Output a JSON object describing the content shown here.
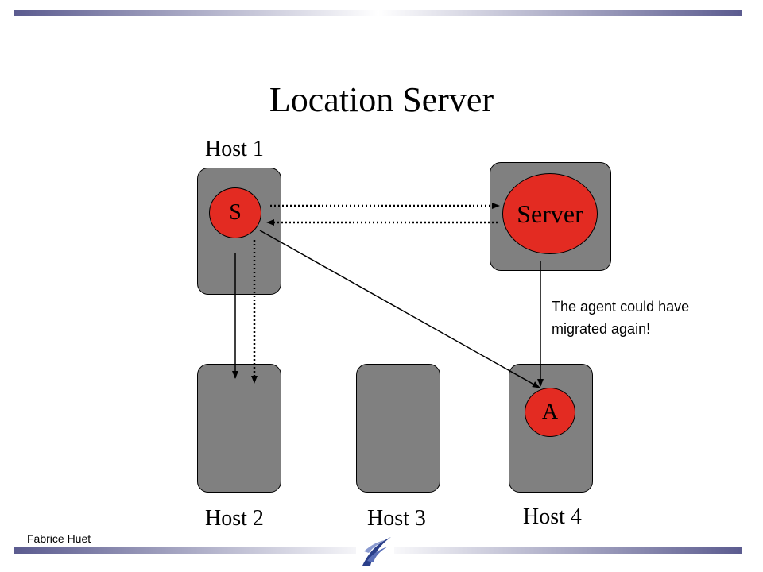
{
  "slide": {
    "title": "Location Server",
    "author": "Fabrice Huet",
    "note": [
      "The agent could have",
      "migrated again!"
    ]
  },
  "hosts": {
    "host1": "Host 1",
    "host2": "Host 2",
    "host3": "Host 3",
    "host4": "Host 4"
  },
  "nodes": {
    "source": "S",
    "server": "Server",
    "agent": "A"
  },
  "colors": {
    "host_fill": "#808080",
    "node_fill": "#e32b22",
    "bar_dark": "#5b5b8f",
    "bar_light": "#ffffff"
  },
  "icons": {
    "logo": "inria-logo-icon"
  }
}
